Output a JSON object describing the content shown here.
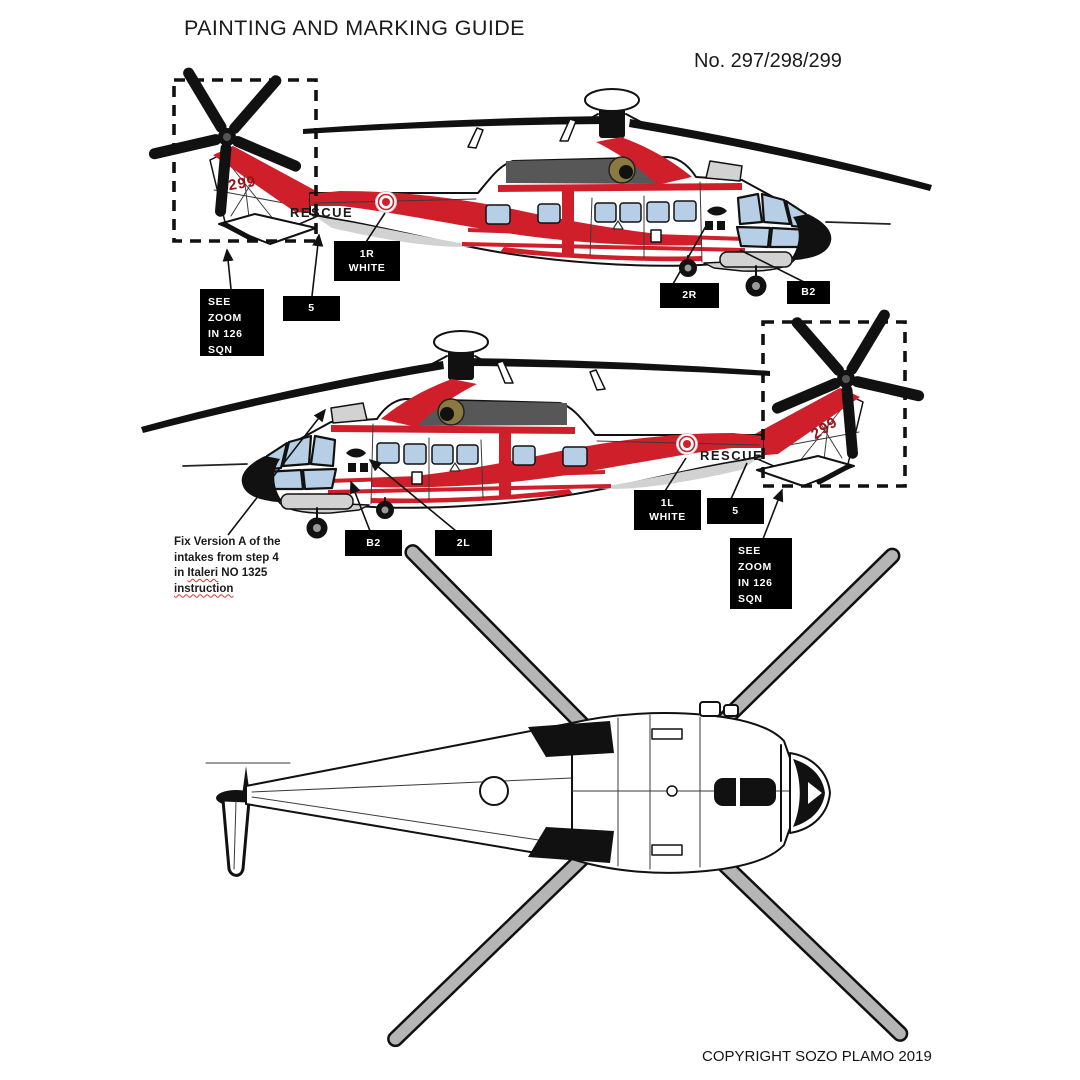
{
  "header": {
    "title": "PAINTING AND MARKING GUIDE",
    "kit_number": "No. 297/298/299"
  },
  "footer": {
    "copyright": "COPYRIGHT SOZO PLAMO 2019"
  },
  "aircraft": {
    "fuselage_title": "RESCUE",
    "tail_code": "299"
  },
  "decal_labels": {
    "see_zoom_lines": [
      "SEE",
      "ZOOM",
      "IN 126",
      "SQN"
    ],
    "decal_1r_line1": "1R",
    "decal_1r_line2": "WHITE",
    "decal_1l_line1": "1L",
    "decal_1l_line2": "WHITE",
    "decal_2r": "2R",
    "decal_2l": "2L",
    "decal_b2": "B2",
    "decal_5": "5"
  },
  "note": {
    "line1": "Fix Version A of the",
    "line2": "intakes from step 4",
    "line3_prefix": "in ",
    "line3_wavy": "Italeri",
    "line3_suffix": " NO 1325",
    "line4_wavy": "instruction"
  },
  "colors": {
    "red": "#cf1f2b",
    "dark_red": "#9e1018",
    "window_blue": "#b7cfe6",
    "anti_glare_gray": "#575757",
    "exhaust_khaki": "#8a7a42",
    "blade_gray": "#b5b5b5",
    "gear_gray": "#d2d2d2",
    "ink": "#111111",
    "label_bg": "#000000",
    "label_text": "#ffffff",
    "squiggle_red": "#e03030"
  }
}
